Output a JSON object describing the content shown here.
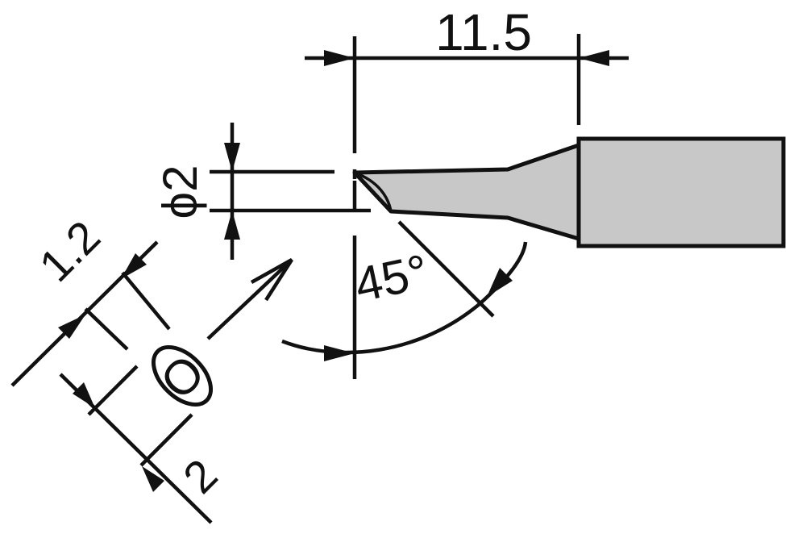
{
  "diagram": {
    "colors": {
      "line": "#111111",
      "tip_fill": "#c8c8c8",
      "background": "#ffffff"
    },
    "labels": {
      "length": "11.5",
      "diameter": "2",
      "diameter_symbol": "ϕ",
      "angle": "45°",
      "width": "1.2",
      "thickness": "2",
      "shape": "O"
    }
  }
}
